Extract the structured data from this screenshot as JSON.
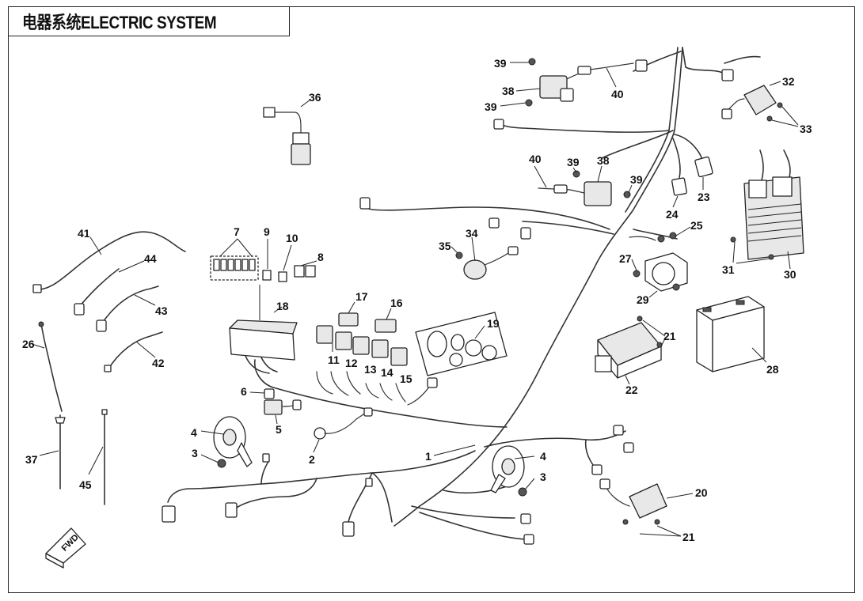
{
  "title": "电器系统ELECTRIC SYSTEM",
  "fwd_marker": "FWD",
  "callouts": {
    "c1": "1",
    "c2": "2",
    "c3a": "3",
    "c3b": "3",
    "c4a": "4",
    "c4b": "4",
    "c5": "5",
    "c6": "6",
    "c7": "7",
    "c8": "8",
    "c9": "9",
    "c10": "10",
    "c11": "11",
    "c12": "12",
    "c13": "13",
    "c14": "14",
    "c15": "15",
    "c16": "16",
    "c17": "17",
    "c18": "18",
    "c19": "19",
    "c20": "20",
    "c21a": "21",
    "c21b": "21",
    "c22": "22",
    "c23": "23",
    "c24": "24",
    "c25": "25",
    "c26": "26",
    "c27": "27",
    "c28": "28",
    "c29": "29",
    "c30": "30",
    "c31": "31",
    "c32": "32",
    "c33": "33",
    "c34": "34",
    "c35": "35",
    "c36": "36",
    "c37": "37",
    "c38a": "38",
    "c38b": "38",
    "c39a": "39",
    "c39b": "39",
    "c39c": "39",
    "c39d": "39",
    "c40a": "40",
    "c40b": "40",
    "c41": "41",
    "c42": "42",
    "c43": "43",
    "c44": "44",
    "c45": "45"
  }
}
